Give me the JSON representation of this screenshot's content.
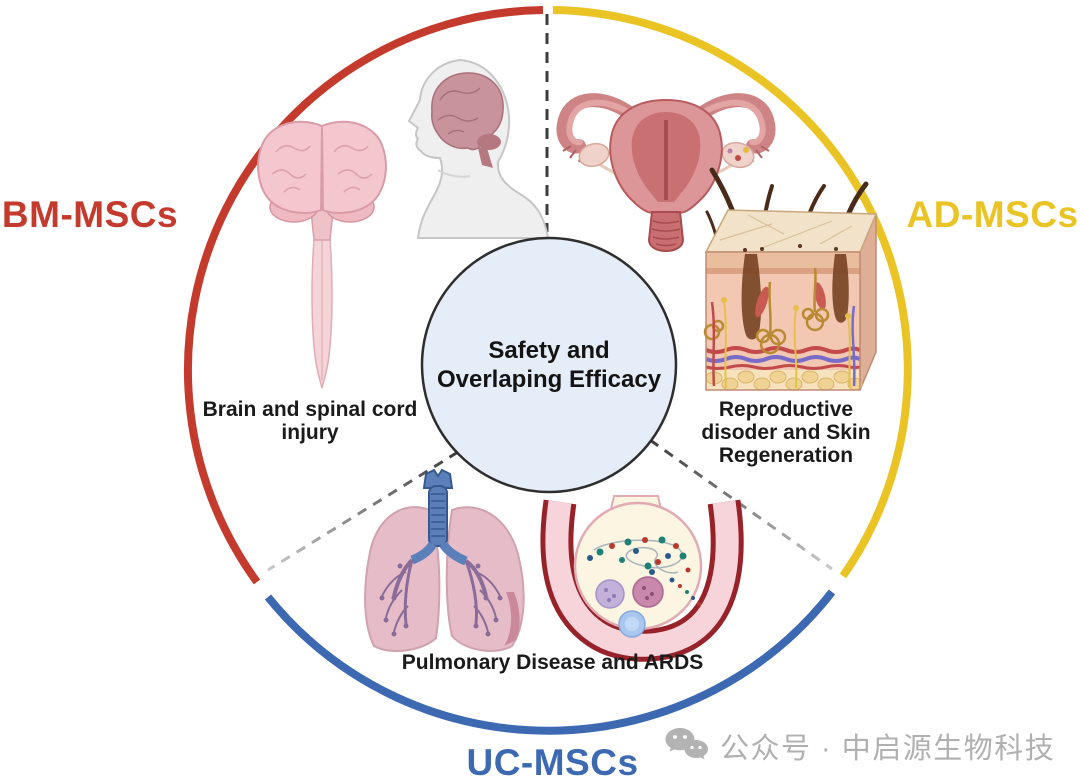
{
  "diagram": {
    "title_context": "MSC sources and their therapeutic applications",
    "center": {
      "line1": "Safety and",
      "line2": "Overlaping Efficacy"
    },
    "segments": {
      "bm": {
        "label": "BM-MSCs",
        "color": "#C43A2C"
      },
      "ad": {
        "label": "AD-MSCs",
        "color": "#E9C424"
      },
      "uc": {
        "label": "UC-MSCs",
        "color": "#3C69B2"
      }
    },
    "captions": {
      "bm": [
        "Brain and spinal cord",
        "injury"
      ],
      "ad": [
        "Reproductive",
        "disoder and Skin",
        "Regeneration"
      ],
      "uc": [
        "Pulmonary Disease and ARDS"
      ]
    },
    "colors": {
      "bm_arc": "#C43A2C",
      "ad_arc": "#E9C424",
      "uc_arc": "#3C69B2",
      "center_circle_fill": "#E4EDF8",
      "center_circle_border": "#2E2E2E",
      "caption_text": "#1A1A1A",
      "watermark_gray": "#B0B0B0"
    },
    "illustrations": [
      "brain-and-spinal-cord",
      "head-profile-with-brain",
      "uterus",
      "skin-cross-section",
      "lungs-with-trachea",
      "blood-vessel-with-alveolus"
    ],
    "watermark": {
      "icon": "wechat-icon",
      "text": "公众号 · 中启源生物科技"
    }
  }
}
